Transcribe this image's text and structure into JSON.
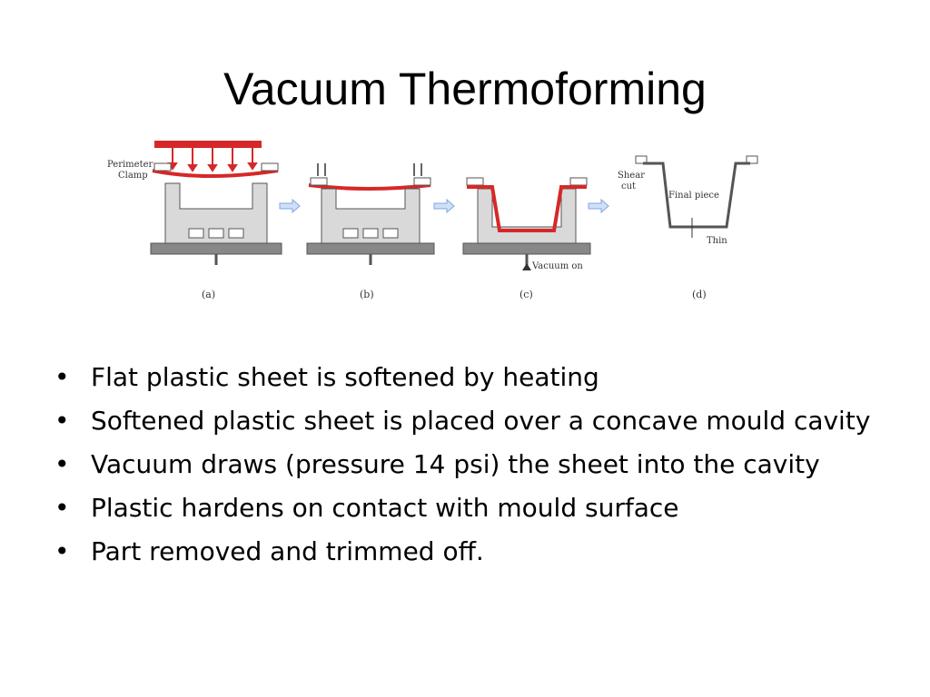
{
  "slide": {
    "title": "Vacuum Thermoforming",
    "bullets": [
      "Flat  plastic sheet is softened  by heating",
      "Softened plastic sheet is placed over a concave mould cavity",
      "Vacuum draws (pressure 14 psi) the sheet into the cavity",
      "Plastic hardens on contact with mould surface",
      "Part removed and  trimmed off."
    ],
    "bullet_glyph": "•"
  },
  "figure": {
    "labels": {
      "perimeter": "Perimeter",
      "clamp": "Clamp",
      "vacuum_on": "Vacuum on",
      "shear": "Shear",
      "cut": "cut",
      "final_piece": "Final piece",
      "thin": "Thin"
    },
    "panels": [
      "(a)",
      "(b)",
      "(c)",
      "(d)"
    ],
    "colors": {
      "sheet": "#d62828",
      "mould": "#d9d9d9",
      "outline": "#555555",
      "arrow": "#7fa7e0"
    }
  }
}
